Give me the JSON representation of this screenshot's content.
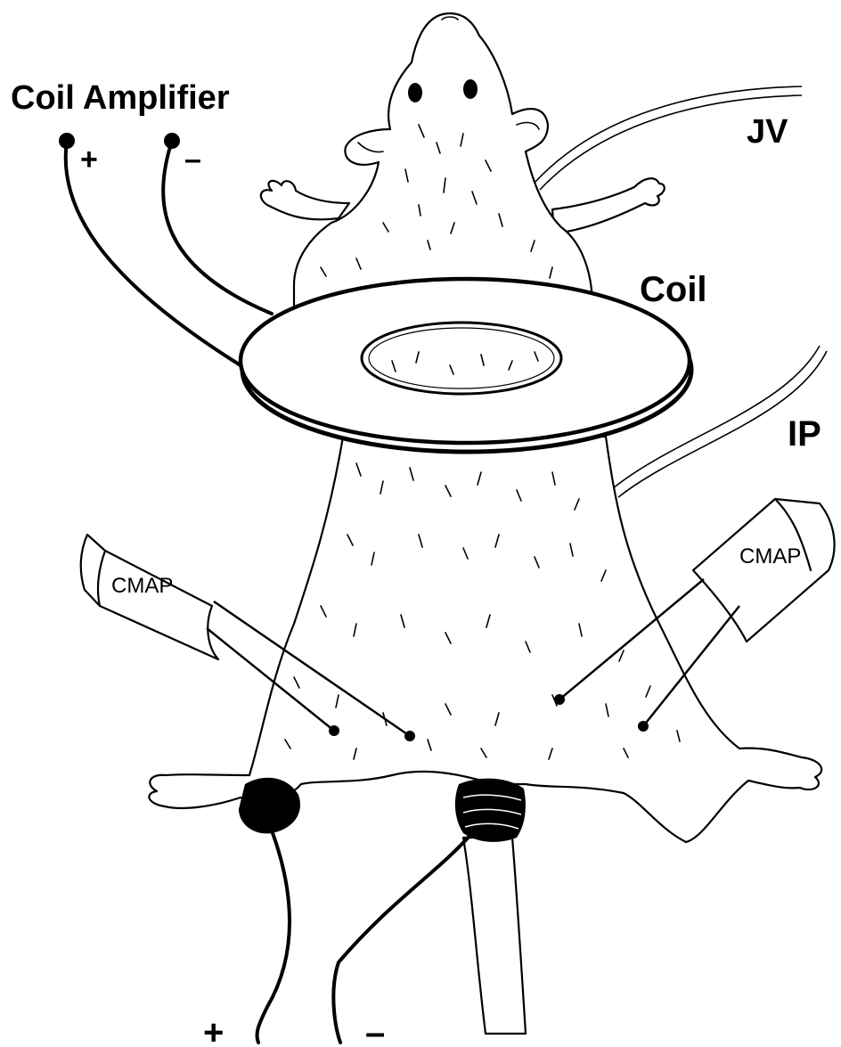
{
  "labels": {
    "coil_amplifier": "Coil Amplifier",
    "amp_plus": "+",
    "amp_minus": "–",
    "jv": "JV",
    "coil": "Coil",
    "ip": "IP",
    "cmap_left": "CMAP",
    "cmap_right": "CMAP",
    "leg_plus": "+",
    "leg_minus": "–"
  },
  "colors": {
    "line": "#000000",
    "background": "#ffffff"
  }
}
